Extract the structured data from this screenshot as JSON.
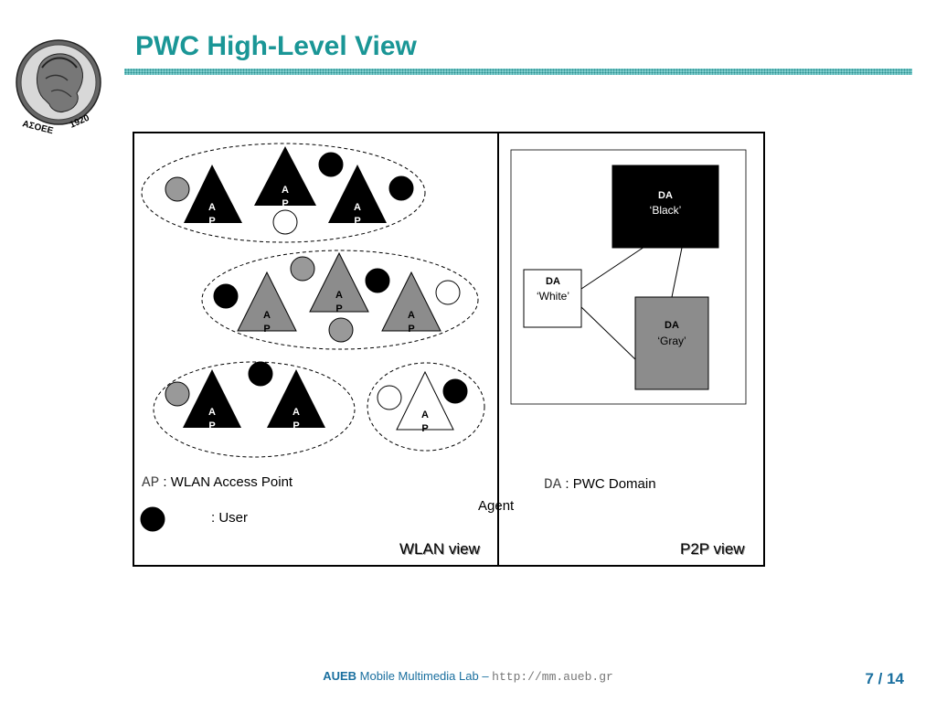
{
  "slide": {
    "title": "PWC High-Level View",
    "logo_text": "ΑΣΟΕΕ 1920"
  },
  "diagram": {
    "ap_label_top": "A",
    "ap_label_bottom": "P",
    "da_nodes": [
      {
        "id": "black",
        "title": "DA",
        "subtitle": "‘Black’",
        "fill": "#000000",
        "text_color": "#ffffff"
      },
      {
        "id": "white",
        "title": "DA",
        "subtitle": "‘White’",
        "fill": "#ffffff",
        "text_color": "#000000"
      },
      {
        "id": "gray",
        "title": "DA",
        "subtitle": "‘Gray’",
        "fill": "#8c8c8c",
        "text_color": "#000000"
      }
    ],
    "user_colors": {
      "black": "#000000",
      "gray": "#999999",
      "white": "#ffffff"
    }
  },
  "legend": {
    "ap_code": "AP",
    "ap_desc": " :  WLAN Access Point",
    "user_desc": ":  User",
    "da_code": "DA",
    "da_desc": " : PWC Domain",
    "da_desc2": "Agent"
  },
  "views": {
    "wlan": "WLAN view",
    "p2p": "P2P view"
  },
  "footer": {
    "org": "AUEB",
    "lab": " Mobile Multimedia Lab – ",
    "url": "http://mm.aueb.gr",
    "page": "7 / 14"
  }
}
